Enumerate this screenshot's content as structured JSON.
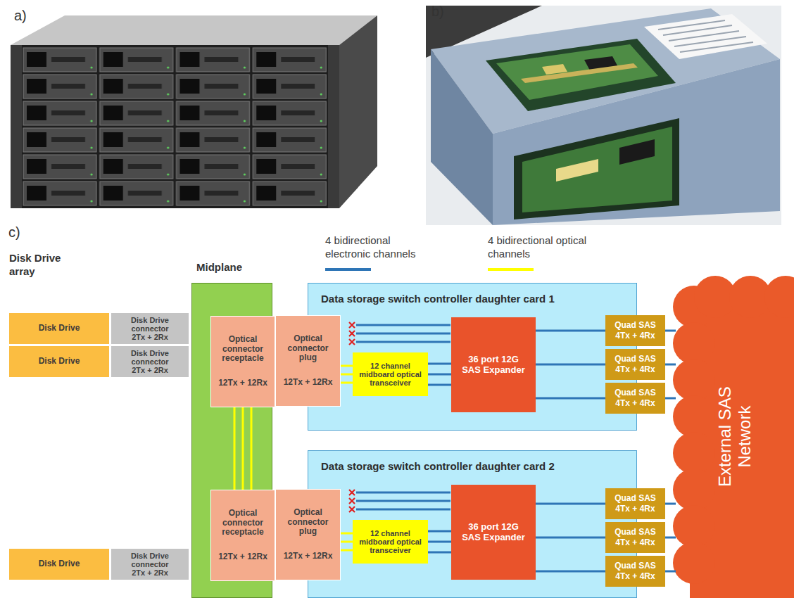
{
  "diagram": {
    "nodes": [
      {
        "text": [
          "Disk Drive"
        ]
      },
      {
        "text": [
          "Disk Drive connector",
          "2Tx + 2Rx"
        ]
      },
      {
        "text": [
          "Disk Drive"
        ]
      },
      {
        "text": [
          "Disk Drive connector",
          "2Tx + 2Rx"
        ]
      },
      {
        "text": [
          "Disk Drive"
        ]
      },
      {
        "text": [
          "Disk Drive connector",
          "2Tx + 2Rx"
        ]
      },
      {
        "text": [
          "Midplane"
        ]
      },
      {
        "text": [
          "Optical connector receptacle",
          "12Tx + 12Rx"
        ],
        "in": 6
      },
      {
        "text": [
          "Optical connector receptacle",
          "12Tx + 12Rx"
        ],
        "in": 6
      },
      {
        "text": [
          "Data storage switch controller daughter card 1"
        ]
      },
      {
        "text": [
          "Optical connector plug",
          "12Tx + 12Rx"
        ]
      },
      {
        "text": [
          "12 channel midboard optical transceiver"
        ],
        "in": 9
      },
      {
        "text": [
          "36 port 12G SAS Expander"
        ],
        "in": 9
      },
      {
        "text": [
          "Quad SAS",
          "4Tx + 4Rx"
        ]
      },
      {
        "text": [
          "Quad SAS",
          "4Tx + 4Rx"
        ]
      },
      {
        "text": [
          "Quad SAS",
          "4Tx + 4Rx"
        ]
      },
      {
        "text": [
          "Data storage switch controller daughter card 2"
        ]
      },
      {
        "text": [
          "Optical connector plug",
          "12Tx + 12Rx"
        ]
      },
      {
        "text": [
          "12 channel midboard optical transceiver"
        ],
        "in": 16
      },
      {
        "text": [
          "36 port 12G SAS Expander"
        ],
        "in": 16
      },
      {
        "text": [
          "Quad SAS",
          "4Tx + 4Rx"
        ]
      },
      {
        "text": [
          "Quad SAS",
          "4Tx + 4Rx"
        ]
      },
      {
        "text": [
          "Quad SAS",
          "4Tx + 4Rx"
        ]
      },
      {
        "text": [
          "External SAS Network"
        ]
      }
    ],
    "edges": [
      {
        "from": 7,
        "to": 8,
        "arrow": "none"
      },
      {
        "from": 10,
        "to": 11,
        "arrow": "none"
      },
      {
        "from": 11,
        "to": 12,
        "arrow": "none"
      },
      {
        "from": 12,
        "to": 13,
        "arrow": "none"
      },
      {
        "from": 12,
        "to": 14,
        "arrow": "none"
      },
      {
        "from": 12,
        "to": 15,
        "arrow": "none"
      },
      {
        "from": 13,
        "to": 23,
        "arrow": "none"
      },
      {
        "from": 14,
        "to": 23,
        "arrow": "none"
      },
      {
        "from": 15,
        "to": 23,
        "arrow": "none"
      },
      {
        "from": 17,
        "to": 18,
        "arrow": "none"
      },
      {
        "from": 18,
        "to": 19,
        "arrow": "none"
      },
      {
        "from": 19,
        "to": 20,
        "arrow": "none"
      },
      {
        "from": 19,
        "to": 21,
        "arrow": "none"
      },
      {
        "from": 19,
        "to": 22,
        "arrow": "none"
      },
      {
        "from": 20,
        "to": 23,
        "arrow": "none"
      },
      {
        "from": 21,
        "to": 23,
        "arrow": "none"
      },
      {
        "from": 22,
        "to": 23,
        "arrow": "none"
      }
    ],
    "labels": [
      "a)",
      "b)",
      "c)",
      "Disk Drive array"
    ],
    "legend": [
      {
        "text": "4 bidirectional electronic channels"
      },
      {
        "text": "4 bidirectional optical channels"
      }
    ]
  }
}
